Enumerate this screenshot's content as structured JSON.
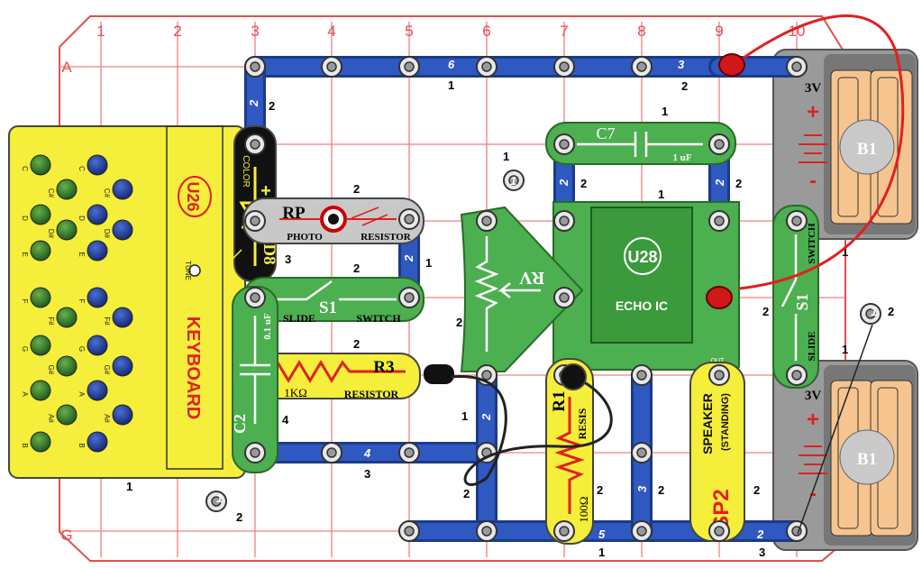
{
  "grid": {
    "columns": [
      "1",
      "2",
      "3",
      "4",
      "5",
      "6",
      "7",
      "8",
      "9",
      "10"
    ],
    "rows": [
      "A",
      "G"
    ]
  },
  "keyboard": {
    "id": "U26",
    "name": "KEYBOARD",
    "tune": "TUNE",
    "keys_left": [
      "C",
      "D",
      "E",
      "F",
      "G",
      "A",
      "B"
    ],
    "keys_right": [
      "C",
      "D",
      "E",
      "F",
      "G",
      "A",
      "B"
    ],
    "sharps_left": [
      "C#",
      "D#",
      "F#",
      "G#",
      "A#"
    ],
    "sharps_right": [
      "C#",
      "D#",
      "F#",
      "G#",
      "A#"
    ]
  },
  "led": {
    "id": "D8",
    "label": "COLOR",
    "plus": "+",
    "level": "3"
  },
  "photoresistor": {
    "id": "RP",
    "word1": "PHOTO",
    "word2": "RESISTOR",
    "level": "2"
  },
  "switch_left": {
    "id": "S1",
    "word1": "SLIDE",
    "word2": "SWITCH",
    "level": "2"
  },
  "switch_right": {
    "id": "S1",
    "word1": "SLIDE",
    "word2": "SWITCH"
  },
  "capacitor_c2": {
    "id": "C2",
    "value": "0.1 uF",
    "level": "4"
  },
  "capacitor_c7": {
    "id": "C7",
    "value": "1 uF",
    "level": "1"
  },
  "resistor_r3": {
    "id": "R3",
    "value": "1KΩ",
    "word": "RESISTOR",
    "level": "2"
  },
  "resistor_r1": {
    "id": "R1",
    "value": "100Ω",
    "word": "RESIS"
  },
  "pot": {
    "id": "RV"
  },
  "echo_ic": {
    "id": "U28",
    "name": "ECHO IC",
    "pin_label": "OUT"
  },
  "speaker": {
    "id": "SP2",
    "word1": "SPEAKER",
    "word2": "(STANDING)"
  },
  "battery_top": {
    "id": "B1",
    "volts": "3V",
    "plus": "+",
    "minus": "-"
  },
  "battery_bottom": {
    "id": "B1",
    "volts": "3V",
    "plus": "+",
    "minus": "-"
  },
  "wire_numbers": {
    "top_rail": "6",
    "top_rail_level": "1",
    "top_right": "3",
    "top_right_level": "2",
    "top_left_vertical": "2",
    "top_left_vertical_level": "2",
    "rp_drop": "2",
    "rp_drop_level": "1",
    "bottom_rail": "4",
    "bottom_rail_level": "3",
    "pot_vertical": "2",
    "pot_vertical_level": "1",
    "bottom_mid": "5",
    "bottom_mid_level": "1",
    "bottom_right": "2",
    "bottom_right_level": "3",
    "col8_vertical": "3",
    "col8_vertical_level": "2",
    "c7_left": "2",
    "c7_left_level": "2",
    "c7_right": "2",
    "c7_right_level": "2",
    "ic_level": "1",
    "pot_level": "2",
    "r1_level": "2",
    "col6_vert_level": "2",
    "sp2_level": "2",
    "s1_right_level": "2",
    "battery_gap": "1",
    "battery_gap2": "1",
    "single_top": "1",
    "single_top_level": "1",
    "single_bottom": "1",
    "single_bottom_level": "2",
    "single_right": "1",
    "single_right_level": "2",
    "bottom_left_level": "1"
  }
}
